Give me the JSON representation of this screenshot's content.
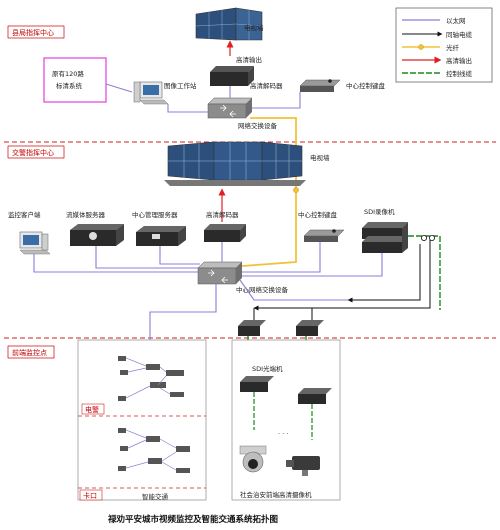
{
  "title": "禄劝平安城市视频监控及智能交通系统拓扑图",
  "zones": {
    "county": "县局指挥中心",
    "traffic": "交警指挥中心",
    "frontend": "前端监控点"
  },
  "labels": {
    "video_wall_top": "电视墙",
    "hd_output_top": "高清输出",
    "image_workstation": "图像工作站",
    "hd_decoder_top": "高清解码器",
    "central_keyboard_top": "中心控制键盘",
    "network_switch_top": "网络交换设备",
    "existing_system": "原有120路\n标清系统",
    "video_wall_mid": "电视墙",
    "monitor_client": "监控客户端",
    "media_server": "流媒体服务器",
    "central_server": "中心管理服务器",
    "hd_decoder_mid": "高清解码器",
    "central_keyboard_mid": "中心控制键盘",
    "sdi_recorder": "SDI录像机",
    "central_switch": "中心网络交换设备",
    "sdi_optical": "SDI光端机",
    "e_police": "电警",
    "checkpoint": "卡口",
    "smart_traffic": "智能交通",
    "social_hd_cameras": "社会治安前端高清摄像机",
    "ellipsis": "· · ·"
  },
  "legend": {
    "ethernet": "以太网",
    "coax": "同轴电缆",
    "fiber": "光纤",
    "hd_output": "高清输出",
    "control_line": "控制线缆"
  },
  "colors": {
    "ethernet": "#8a7fd8",
    "fiber": "#f0c23a",
    "hd_output": "#e02020",
    "control": "#1a8a1a",
    "coax": "#111111",
    "zone_line": "#d02020",
    "existing_box": "#e040e0"
  }
}
